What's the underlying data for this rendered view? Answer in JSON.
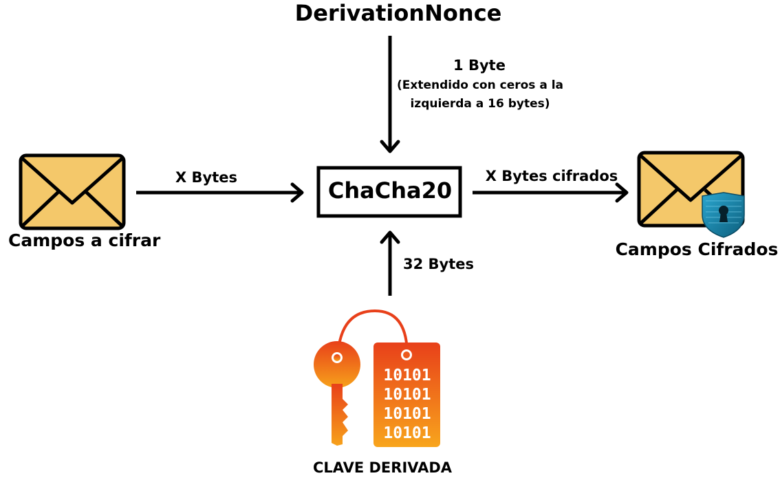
{
  "nonce": {
    "title": "DerivationNonce",
    "size_label": "1 Byte",
    "note_line1": "(Extendido con ceros a la",
    "note_line2": "izquierda a 16 bytes)"
  },
  "input": {
    "label": "Campos a cifrar",
    "arrow_label": "X Bytes"
  },
  "cipher": {
    "label": "ChaCha20"
  },
  "output": {
    "label": "Campos Cifrados",
    "arrow_label": "X Bytes cifrados"
  },
  "key": {
    "label": "CLAVE DERIVADA",
    "arrow_label": "32 Bytes",
    "binary_lines": [
      "10101",
      "10101",
      "10101",
      "10101"
    ]
  },
  "colors": {
    "envelope": "#f4c86a",
    "stroke": "#000000",
    "key_top": "#e8401a",
    "key_bottom": "#f7a21b",
    "shield": "#1b8bb0"
  },
  "icons": {
    "input_envelope": "envelope-icon",
    "output_envelope": "envelope-icon",
    "shield": "shield-lock-icon",
    "key": "key-icon",
    "tag": "binary-tag-icon"
  }
}
